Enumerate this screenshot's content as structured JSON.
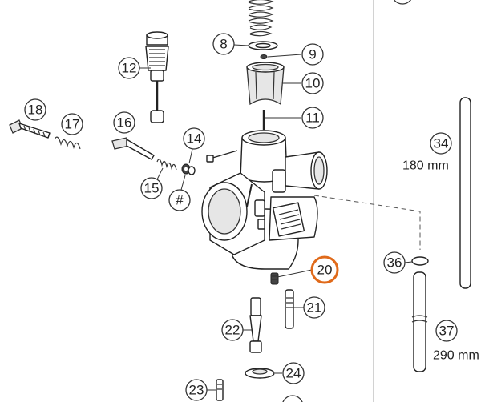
{
  "labels": {
    "p8": "8",
    "p9": "9",
    "p10": "10",
    "p11": "11",
    "p12": "12",
    "p14": "14",
    "p15": "15",
    "p16": "16",
    "p17": "17",
    "p18": "18",
    "p20": "20",
    "p21": "21",
    "p22": "22",
    "p23": "23",
    "p24": "24",
    "p34": "34",
    "p36": "36",
    "p37": "37",
    "hash": "#"
  },
  "dimensions": {
    "hose34": "180 mm",
    "hose37": "290 mm"
  },
  "colors": {
    "highlight": "#e06a1a",
    "line": "#222222",
    "divider": "#bbbbbb"
  }
}
